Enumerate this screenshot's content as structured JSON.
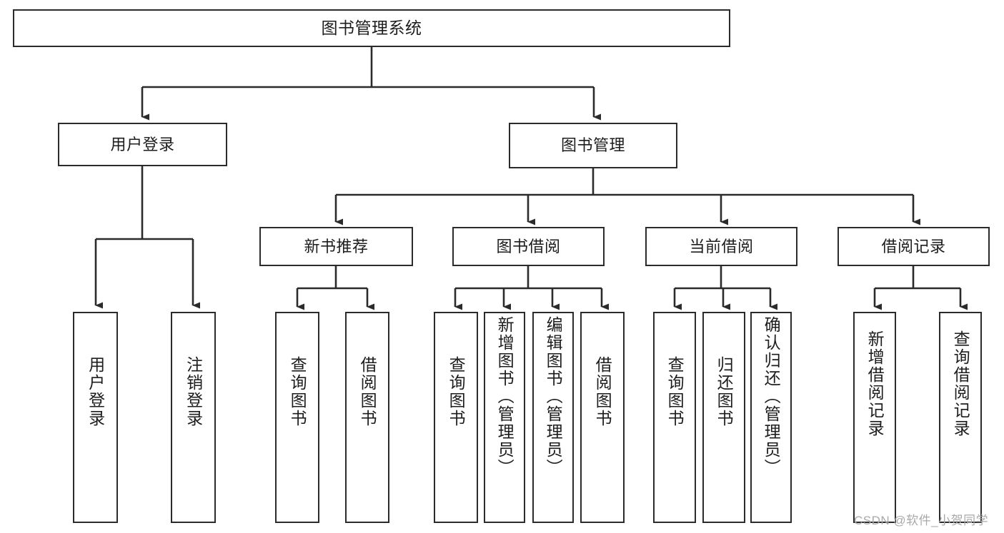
{
  "diagram": {
    "title": "图书管理系统",
    "type": "tree-hierarchy",
    "stroke_color": "#2b2b2b",
    "fill_color": "#ffffff",
    "text_color": "#1d1d1d",
    "nodes": {
      "root": {
        "label": "图书管理系统"
      },
      "level1": [
        {
          "id": "user-login",
          "label": "用户登录"
        },
        {
          "id": "book-management",
          "label": "图书管理"
        }
      ],
      "level2": [
        {
          "id": "new-book-recommend",
          "label": "新书推荐"
        },
        {
          "id": "book-borrow",
          "label": "图书借阅"
        },
        {
          "id": "current-borrow",
          "label": "当前借阅"
        },
        {
          "id": "borrow-record",
          "label": "借阅记录"
        }
      ],
      "leaves": {
        "user_login": [
          {
            "id": "leaf-user-login",
            "label": "用户登录"
          },
          {
            "id": "leaf-logout-login",
            "label": "注销登录"
          }
        ],
        "new_book_recommend": [
          {
            "id": "leaf-query-book-1",
            "label": "查询图书"
          },
          {
            "id": "leaf-borrow-book-1",
            "label": "借阅图书"
          }
        ],
        "book_borrow": [
          {
            "id": "leaf-query-book-2",
            "label": "查询图书"
          },
          {
            "id": "leaf-add-book",
            "label": "新增图书（管理员）"
          },
          {
            "id": "leaf-edit-book",
            "label": "编辑图书（管理员）"
          },
          {
            "id": "leaf-borrow-book-2",
            "label": "借阅图书"
          }
        ],
        "current_borrow": [
          {
            "id": "leaf-query-book-3",
            "label": "查询图书"
          },
          {
            "id": "leaf-return-book",
            "label": "归还图书"
          },
          {
            "id": "leaf-confirm-return",
            "label": "确认归还（管理员）"
          }
        ],
        "borrow_record": [
          {
            "id": "leaf-add-borrow-record",
            "label": "新增借阅记录"
          },
          {
            "id": "leaf-query-borrow-record",
            "label": "查询借阅记录"
          }
        ]
      }
    }
  },
  "watermark": {
    "text": "CSDN @软件_小贺同学"
  }
}
